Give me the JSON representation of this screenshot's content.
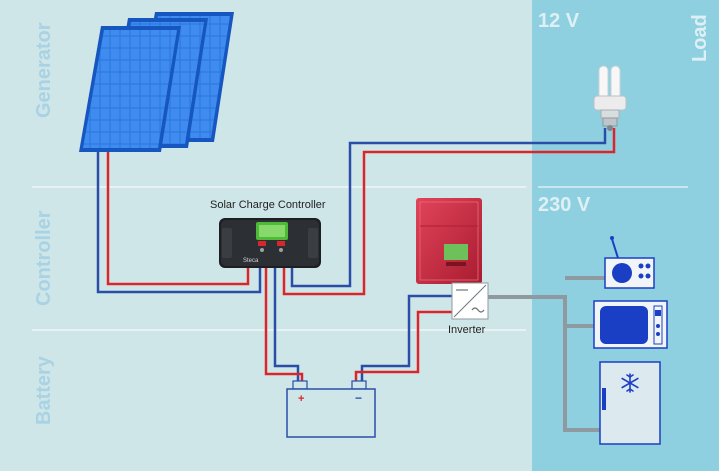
{
  "sections": {
    "generator": "Generator",
    "controller": "Controller",
    "battery": "Battery",
    "load": "Load"
  },
  "voltage": {
    "dc": "12 V",
    "ac": "230 V"
  },
  "labels": {
    "charge_controller": "Solar Charge Controller",
    "inverter": "Inverter",
    "controller_brand": "Steca",
    "battery_plus": "+",
    "battery_minus": "−"
  },
  "colors": {
    "background_left": "#cfe6e9",
    "background_right": "#8fd0e0",
    "wire_positive": "#d9262b",
    "wire_negative": "#2a4ea8",
    "wire_ac": "#8f9aa0",
    "section_text": "#a9d2e4",
    "panel_blue": "#1f6ad6",
    "device_blue": "#1b3fc4",
    "inverter_red": "#c8283d"
  },
  "icons": [
    "solar-panel-icon",
    "light-bulb-icon",
    "charge-controller-icon",
    "inverter-icon",
    "battery-icon",
    "radio-icon",
    "microwave-icon",
    "fridge-icon",
    "snowflake-icon"
  ]
}
